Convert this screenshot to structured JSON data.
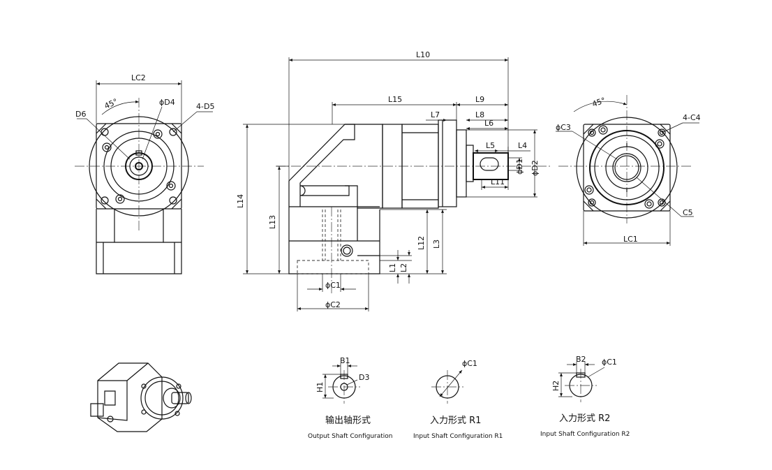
{
  "dimensions": {
    "lc2": "LC2",
    "d6": "D6",
    "d4": "ϕD4",
    "d5": "4-D5",
    "angle": "45°",
    "l10": "L10",
    "l15": "L15",
    "l9": "L9",
    "l7": "L7",
    "l8": "L8",
    "l6": "L6",
    "l5": "L5",
    "l4": "L4",
    "d1": "ϕD1",
    "d2": "ϕD2",
    "l11": "L11",
    "l14": "L14",
    "l13": "L13",
    "l12": "L12",
    "l3": "L3",
    "l1": "L1",
    "l2": "L2",
    "c1": "ϕC1",
    "c2": "ϕC2",
    "c3": "ϕC3",
    "c4": "4-C4",
    "c5": "C5",
    "lc1": "LC1"
  },
  "shaft_details": {
    "b1": "B1",
    "h1": "H1",
    "d3": "D3",
    "c1": "ϕC1",
    "b2": "B2",
    "h2": "H2"
  },
  "captions": {
    "output_cn": "输出轴形式",
    "output_en": "Output Shaft Configuration",
    "r1_cn": "入力形式 R1",
    "r1_en": "Input Shaft Configuration R1",
    "r2_cn": "入力形式 R2",
    "r2_en": "Input Shaft Configuration R2"
  }
}
